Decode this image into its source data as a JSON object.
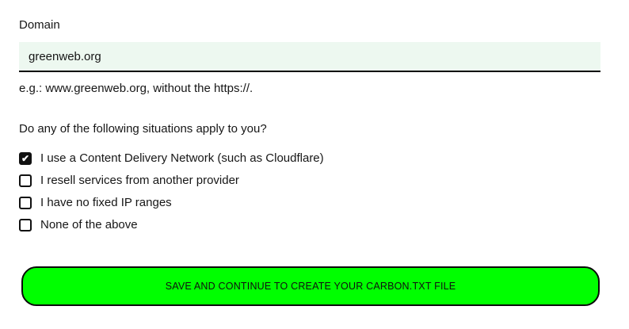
{
  "form": {
    "domain_label": "Domain",
    "domain_value": "greenweb.org",
    "domain_help": "e.g.: www.greenweb.org, without the https://.",
    "question": "Do any of the following situations apply to you?",
    "options": [
      {
        "label": "I use a Content Delivery Network (such as Cloudflare)",
        "checked": true
      },
      {
        "label": "I resell services from another provider",
        "checked": false
      },
      {
        "label": "I have no fixed IP ranges",
        "checked": false
      },
      {
        "label": "None of the above",
        "checked": false
      }
    ],
    "submit_label": "SAVE AND CONTINUE TO CREATE YOUR CARBON.TXT FILE"
  },
  "icons": {
    "checkmark": "✔"
  },
  "colors": {
    "button_green": "#00ff00",
    "input_background": "#edf8f0",
    "text": "#161616"
  }
}
